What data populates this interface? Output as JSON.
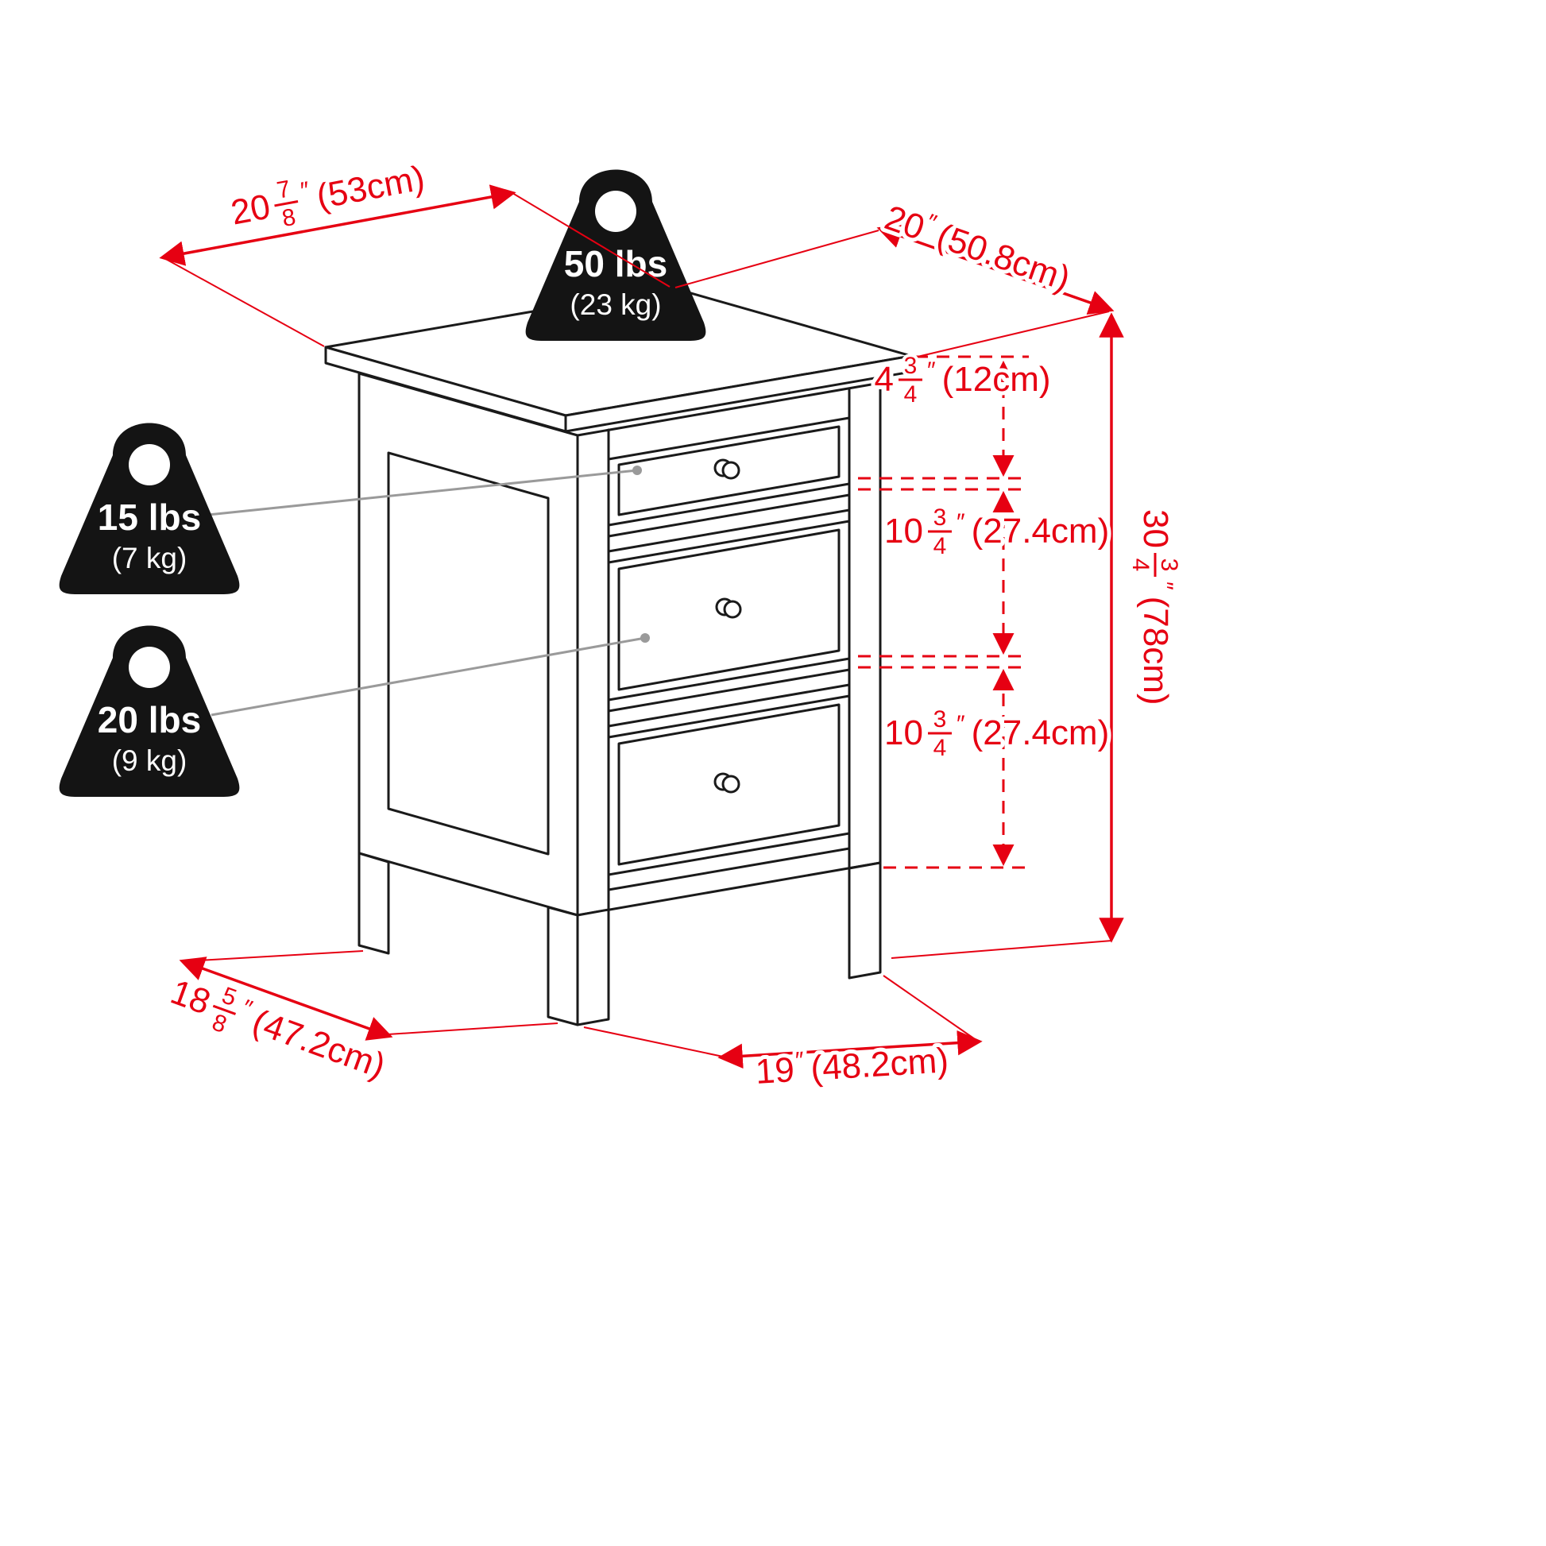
{
  "diagram": {
    "colors": {
      "dimension_red": "#e60012",
      "line_black": "#1a1a1a",
      "weight_black": "#141414",
      "leader_gray": "#9a9a9a",
      "background": "#ffffff"
    },
    "weights": {
      "top": {
        "lbs": "50 lbs",
        "kg": "(23 kg)"
      },
      "top_drawer": {
        "lbs": "15 lbs",
        "kg": "(7 kg)"
      },
      "middle_drawer": {
        "lbs": "20 lbs",
        "kg": "(9 kg)"
      }
    },
    "dimensions": {
      "top_depth": {
        "whole": "20",
        "num": "7",
        "den": "8",
        "unit": "″",
        "metric": "(53cm)"
      },
      "top_width": {
        "whole": "20",
        "unit": "″",
        "metric": "(50.8cm)"
      },
      "top_drawer_height": {
        "whole": "4",
        "num": "3",
        "den": "4",
        "unit": "″",
        "metric": "(12cm)"
      },
      "middle_drawer_height": {
        "whole": "10",
        "num": "3",
        "den": "4",
        "unit": "″",
        "metric": "(27.4cm)"
      },
      "bottom_drawer_height": {
        "whole": "10",
        "num": "3",
        "den": "4",
        "unit": "″",
        "metric": "(27.4cm)"
      },
      "overall_height": {
        "whole": "30",
        "num": "3",
        "den": "4",
        "unit": "″",
        "metric": "(78cm)"
      },
      "base_depth": {
        "whole": "18",
        "num": "5",
        "den": "8",
        "unit": "″",
        "metric": "(47.2cm)"
      },
      "base_width": {
        "whole": "19",
        "unit": "″",
        "metric": "(48.2cm)"
      }
    }
  }
}
